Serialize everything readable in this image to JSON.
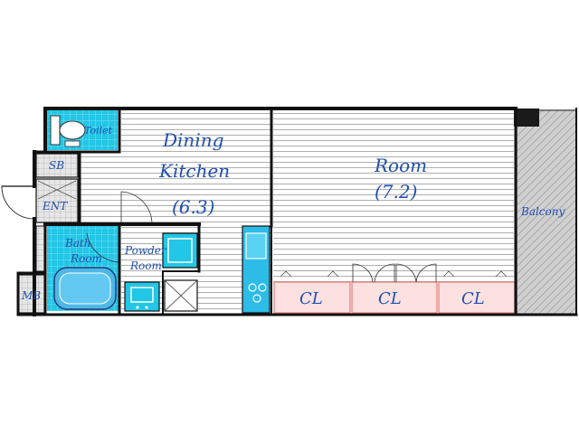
{
  "rooms": {
    "toilet": "Toilet",
    "sb": "SB",
    "ent": "ENT",
    "dining_line1": "Dining",
    "dining_line2": "Kitchen",
    "dining_size": "(6.3)",
    "room_name": "Room",
    "room_size": "(7.2)",
    "balcony": "Balcony",
    "bath_line1": "Bath",
    "bath_line2": "Room",
    "powder_line1": "Powder",
    "powder_line2": "Room",
    "mb": "MB",
    "cl": [
      "CL",
      "CL",
      "CL"
    ]
  },
  "colors": {
    "wall": "#111111",
    "wet_area": "#22c6e6",
    "closet": "#fde0e0",
    "closet_border": "#e57b7b",
    "balcony": "#c8c8c8",
    "label": "#1f4fb0",
    "kitchen_counter": "#2dbbe8"
  }
}
